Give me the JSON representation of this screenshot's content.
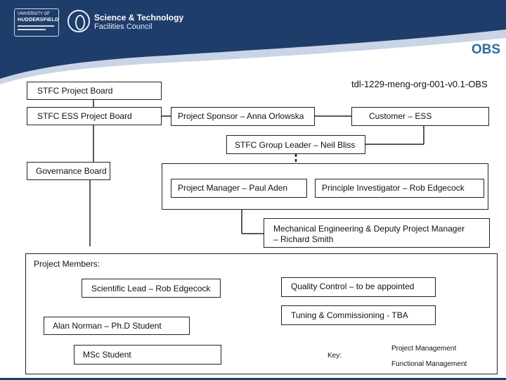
{
  "header": {
    "university_name_line1": "UNIVERSITY OF",
    "university_name_line2": "HUDDERSFIELD",
    "stfc_line1": "Science & Technology",
    "stfc_line2": "Facilities Council",
    "title": "OBS",
    "doc_id": "tdl-1229-meng-org-001-v0.1-OBS"
  },
  "org": {
    "stfc_project_board": "STFC Project Board",
    "stfc_ess_project_board": "STFC ESS Project Board",
    "project_sponsor": "Project Sponsor – Anna Orlowska",
    "customer": "Customer – ESS",
    "group_leader": "STFC Group Leader – Neil Bliss",
    "governance_board": "Governance Board",
    "project_manager": "Project Manager – Paul Aden",
    "principal_investigator": "Principle Investigator – Rob Edgecock",
    "mech_eng_line1": "Mechanical Engineering & Deputy Project Manager",
    "mech_eng_line2": "– Richard Smith",
    "project_members": "Project Members:",
    "scientific_lead": "Scientific Lead – Rob Edgecock",
    "quality_control": "Quality Control – to be appointed",
    "tuning": "Tuning & Commissioning - TBA",
    "phd_student": "Alan Norman – Ph.D Student",
    "msc_student": "MSc Student"
  },
  "key": {
    "label": "Key:",
    "solid": "Project Management",
    "dashed": "Functional Management"
  },
  "colors": {
    "header_dark": "#1f3d6b",
    "header_light": "#e6ecf5",
    "accent": "#2f6a9e"
  }
}
